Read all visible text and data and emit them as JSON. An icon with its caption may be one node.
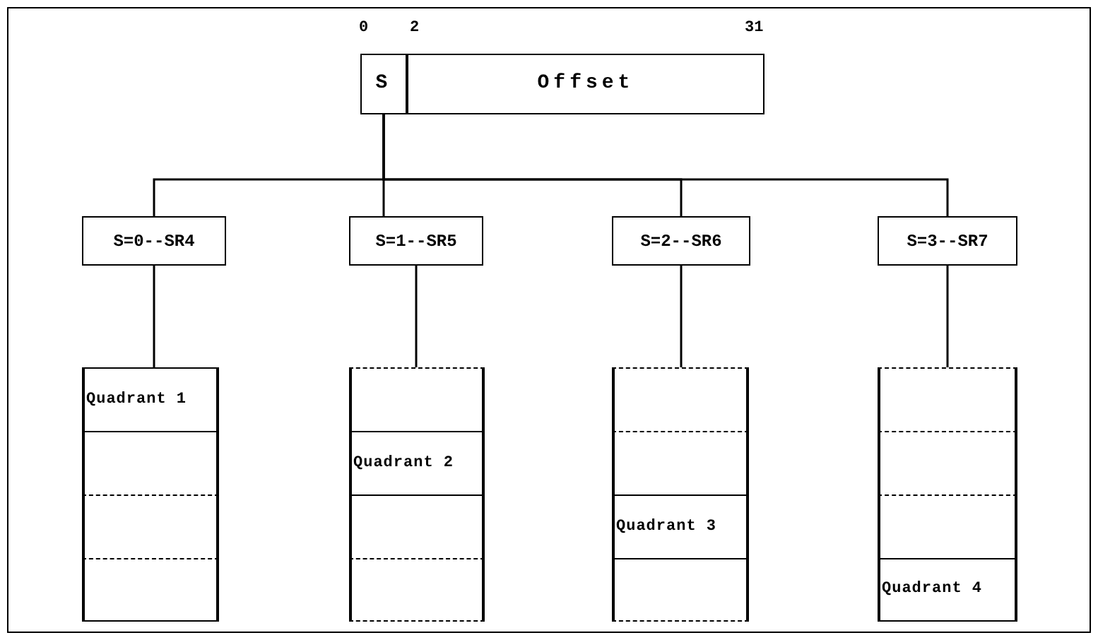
{
  "diagram": {
    "nodes": [
      {
        "text": [
          "S"
        ]
      },
      {
        "text": [
          "Offset"
        ]
      },
      {
        "text": [
          "S=0--SR4"
        ]
      },
      {
        "text": [
          "S=1--SR5"
        ]
      },
      {
        "text": [
          "S=2--SR6"
        ]
      },
      {
        "text": [
          "S=3--SR7"
        ]
      },
      {
        "text": [
          "Quadrant 1"
        ]
      },
      {
        "text": [],
        "shape": "box"
      },
      {
        "text": [],
        "shape": "box"
      },
      {
        "text": [],
        "shape": "box"
      },
      {
        "text": [],
        "shape": "box"
      },
      {
        "text": [
          "Quadrant 2"
        ]
      },
      {
        "text": [],
        "shape": "box"
      },
      {
        "text": [],
        "shape": "box"
      },
      {
        "text": [],
        "shape": "box"
      },
      {
        "text": [],
        "shape": "box"
      },
      {
        "text": [
          "Quadrant 3"
        ]
      },
      {
        "text": [],
        "shape": "box"
      },
      {
        "text": [],
        "shape": "box"
      },
      {
        "text": [],
        "shape": "box"
      },
      {
        "text": [],
        "shape": "box"
      },
      {
        "text": [
          "Quadrant 4"
        ]
      }
    ],
    "edges": [
      {
        "from": 0,
        "to": 2,
        "arrow": "none"
      },
      {
        "from": 0,
        "to": 3,
        "arrow": "none"
      },
      {
        "from": 0,
        "to": 4,
        "arrow": "none"
      },
      {
        "from": 0,
        "to": 5,
        "arrow": "none"
      },
      {
        "from": 2,
        "to": 6,
        "arrow": "none"
      },
      {
        "from": 3,
        "to": 10,
        "arrow": "none"
      },
      {
        "from": 4,
        "to": 14,
        "arrow": "none"
      },
      {
        "from": 5,
        "to": 18,
        "arrow": "none"
      }
    ],
    "labels": [
      "0",
      "2",
      "31"
    ]
  }
}
